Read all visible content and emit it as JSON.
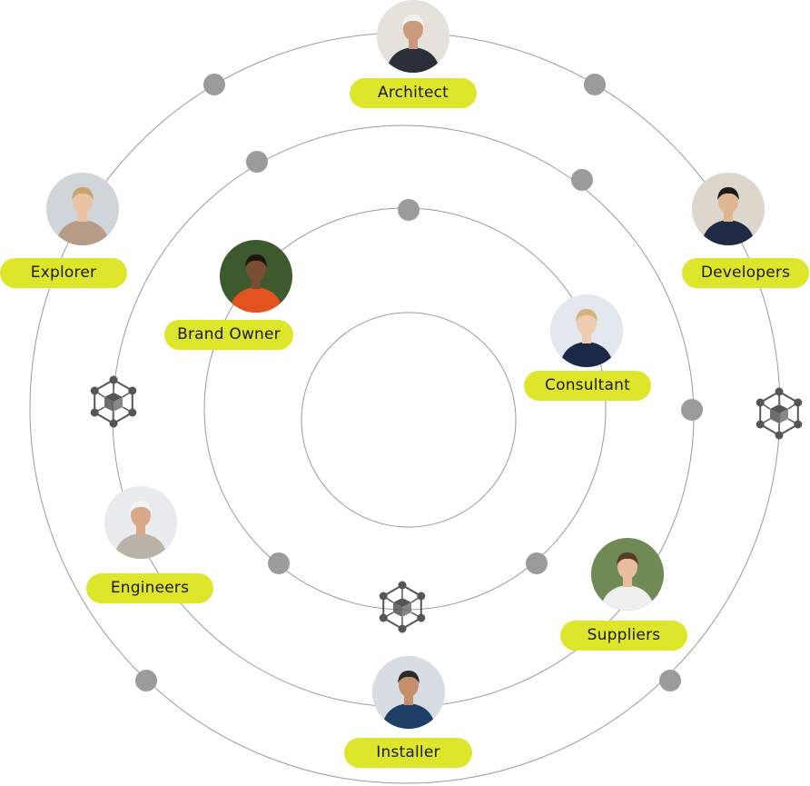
{
  "personas": [
    {
      "id": "architect",
      "label": "Architect",
      "icon": "architect-avatar",
      "colors": {
        "bg": "#e6e1da",
        "skin": "#c99b7a",
        "cloth": "#2a2f3a",
        "hair": "#f2f2f2"
      }
    },
    {
      "id": "developers",
      "label": "Developers",
      "icon": "developer-avatar",
      "colors": {
        "bg": "#dcd6cc",
        "skin": "#e0b592",
        "cloth": "#1f2a44",
        "hair": "#1b1b1b"
      }
    },
    {
      "id": "explorer",
      "label": "Explorer",
      "icon": "explorer-avatar",
      "colors": {
        "bg": "#cfd5d8",
        "skin": "#eac3a4",
        "cloth": "#b69c86",
        "hair": "#c9a36b"
      }
    },
    {
      "id": "brand-owner",
      "label": "Brand Owner",
      "icon": "brand-owner-avatar",
      "colors": {
        "bg": "#3d5a2e",
        "skin": "#7a4e32",
        "cloth": "#e2531f",
        "hair": "#1f1410"
      }
    },
    {
      "id": "consultant",
      "label": "Consultant",
      "icon": "consultant-avatar",
      "colors": {
        "bg": "#e3e8ee",
        "skin": "#efcbb0",
        "cloth": "#1d2a47",
        "hair": "#d6b27a"
      }
    },
    {
      "id": "engineers",
      "label": "Engineers",
      "icon": "engineer-avatar",
      "colors": {
        "bg": "#e9ecef",
        "skin": "#d9a886",
        "cloth": "#b8b2a8",
        "hair": "#f4f4f4"
      }
    },
    {
      "id": "suppliers",
      "label": "Suppliers",
      "icon": "supplier-avatar",
      "colors": {
        "bg": "#6f8a54",
        "skin": "#e8bd9e",
        "cloth": "#eeeeee",
        "hair": "#5b3b25"
      }
    },
    {
      "id": "installer",
      "label": "Installer",
      "icon": "installer-avatar",
      "colors": {
        "bg": "#d8dde3",
        "skin": "#c58f6c",
        "cloth": "#1e3f66",
        "hair": "#2b2b2b"
      }
    }
  ],
  "icons": [
    "cube-network-icon",
    "cube-network-icon",
    "cube-network-icon"
  ],
  "colors": {
    "ring": "#9a9a9a",
    "dot": "#9b9b9b",
    "pill": "#dde62a",
    "icon": "#555555"
  }
}
